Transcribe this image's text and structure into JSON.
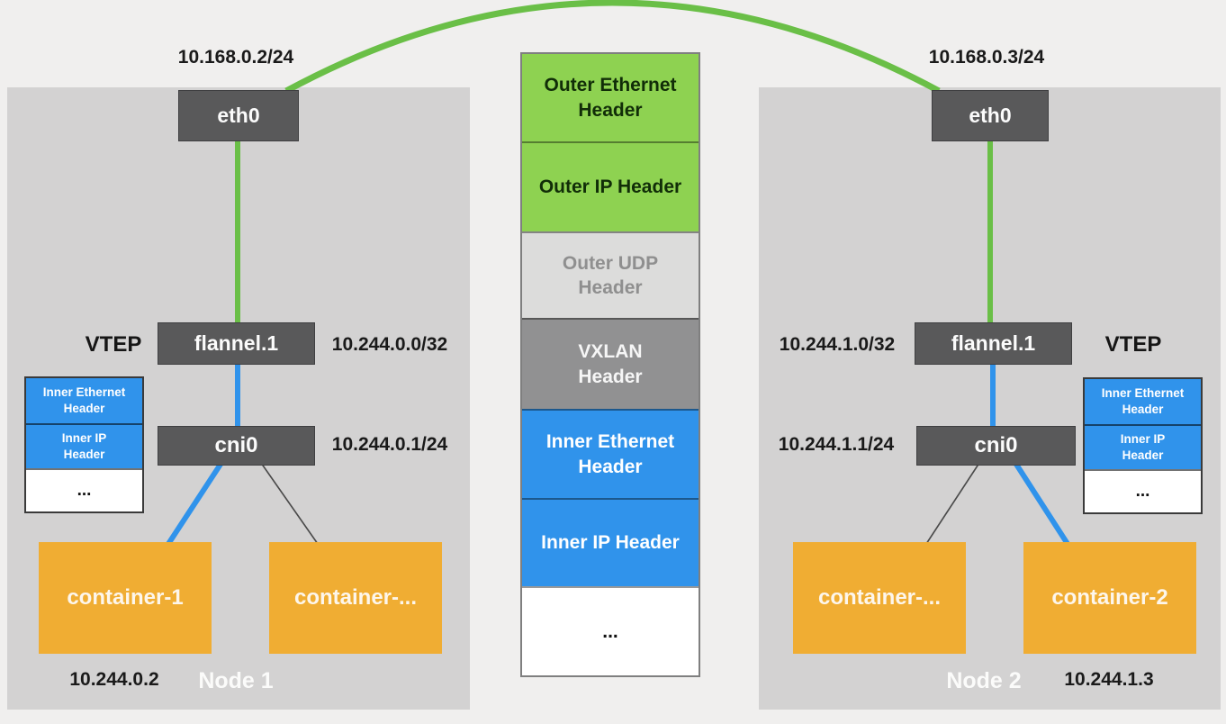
{
  "diagram": "flannel-vxlan-overlay-network",
  "colors": {
    "page_bg": "#f0efee",
    "node_bg": "#d3d2d2",
    "interface_box": "#59595a",
    "outer_header_green": "#8ed251",
    "udp_header_gray": "#dcdcdb",
    "vxlan_header_gray": "#919192",
    "inner_header_blue": "#3093eb",
    "container_orange": "#f0ad33",
    "tunnel_line_green": "#6abf47",
    "veth_line_blue": "#3093eb"
  },
  "packet_stack": {
    "sections": [
      {
        "label": "Outer Ethernet\nHeader",
        "color": "#8ed251"
      },
      {
        "label": "Outer IP Header",
        "color": "#8ed251"
      },
      {
        "label": "Outer UDP\nHeader",
        "color": "#dcdcdb"
      },
      {
        "label": "VXLAN\nHeader",
        "color": "#919192"
      },
      {
        "label": "Inner Ethernet\nHeader",
        "color": "#3093eb"
      },
      {
        "label": "Inner IP Header",
        "color": "#3093eb"
      },
      {
        "label": "...",
        "color": "#ffffff"
      }
    ]
  },
  "inner_packet_stack": {
    "sections": [
      "Inner Ethernet\nHeader",
      "Inner IP\nHeader",
      "..."
    ]
  },
  "node1": {
    "label": "Node 1",
    "eth0": {
      "label": "eth0",
      "ip": "10.168.0.2/24"
    },
    "flannel": {
      "label": "flannel.1",
      "ip": "10.244.0.0/32",
      "vtep": "VTEP"
    },
    "cni": {
      "label": "cni0",
      "ip": "10.244.0.1/24"
    },
    "containers": [
      {
        "label": "container-1",
        "ip": "10.244.0.2"
      },
      {
        "label": "container-..."
      }
    ]
  },
  "node2": {
    "label": "Node 2",
    "eth0": {
      "label": "eth0",
      "ip": "10.168.0.3/24"
    },
    "flannel": {
      "label": "flannel.1",
      "ip": "10.244.1.0/32",
      "vtep": "VTEP"
    },
    "cni": {
      "label": "cni0",
      "ip": "10.244.1.1/24"
    },
    "containers": [
      {
        "label": "container-..."
      },
      {
        "label": "container-2",
        "ip": "10.244.1.3"
      }
    ]
  }
}
